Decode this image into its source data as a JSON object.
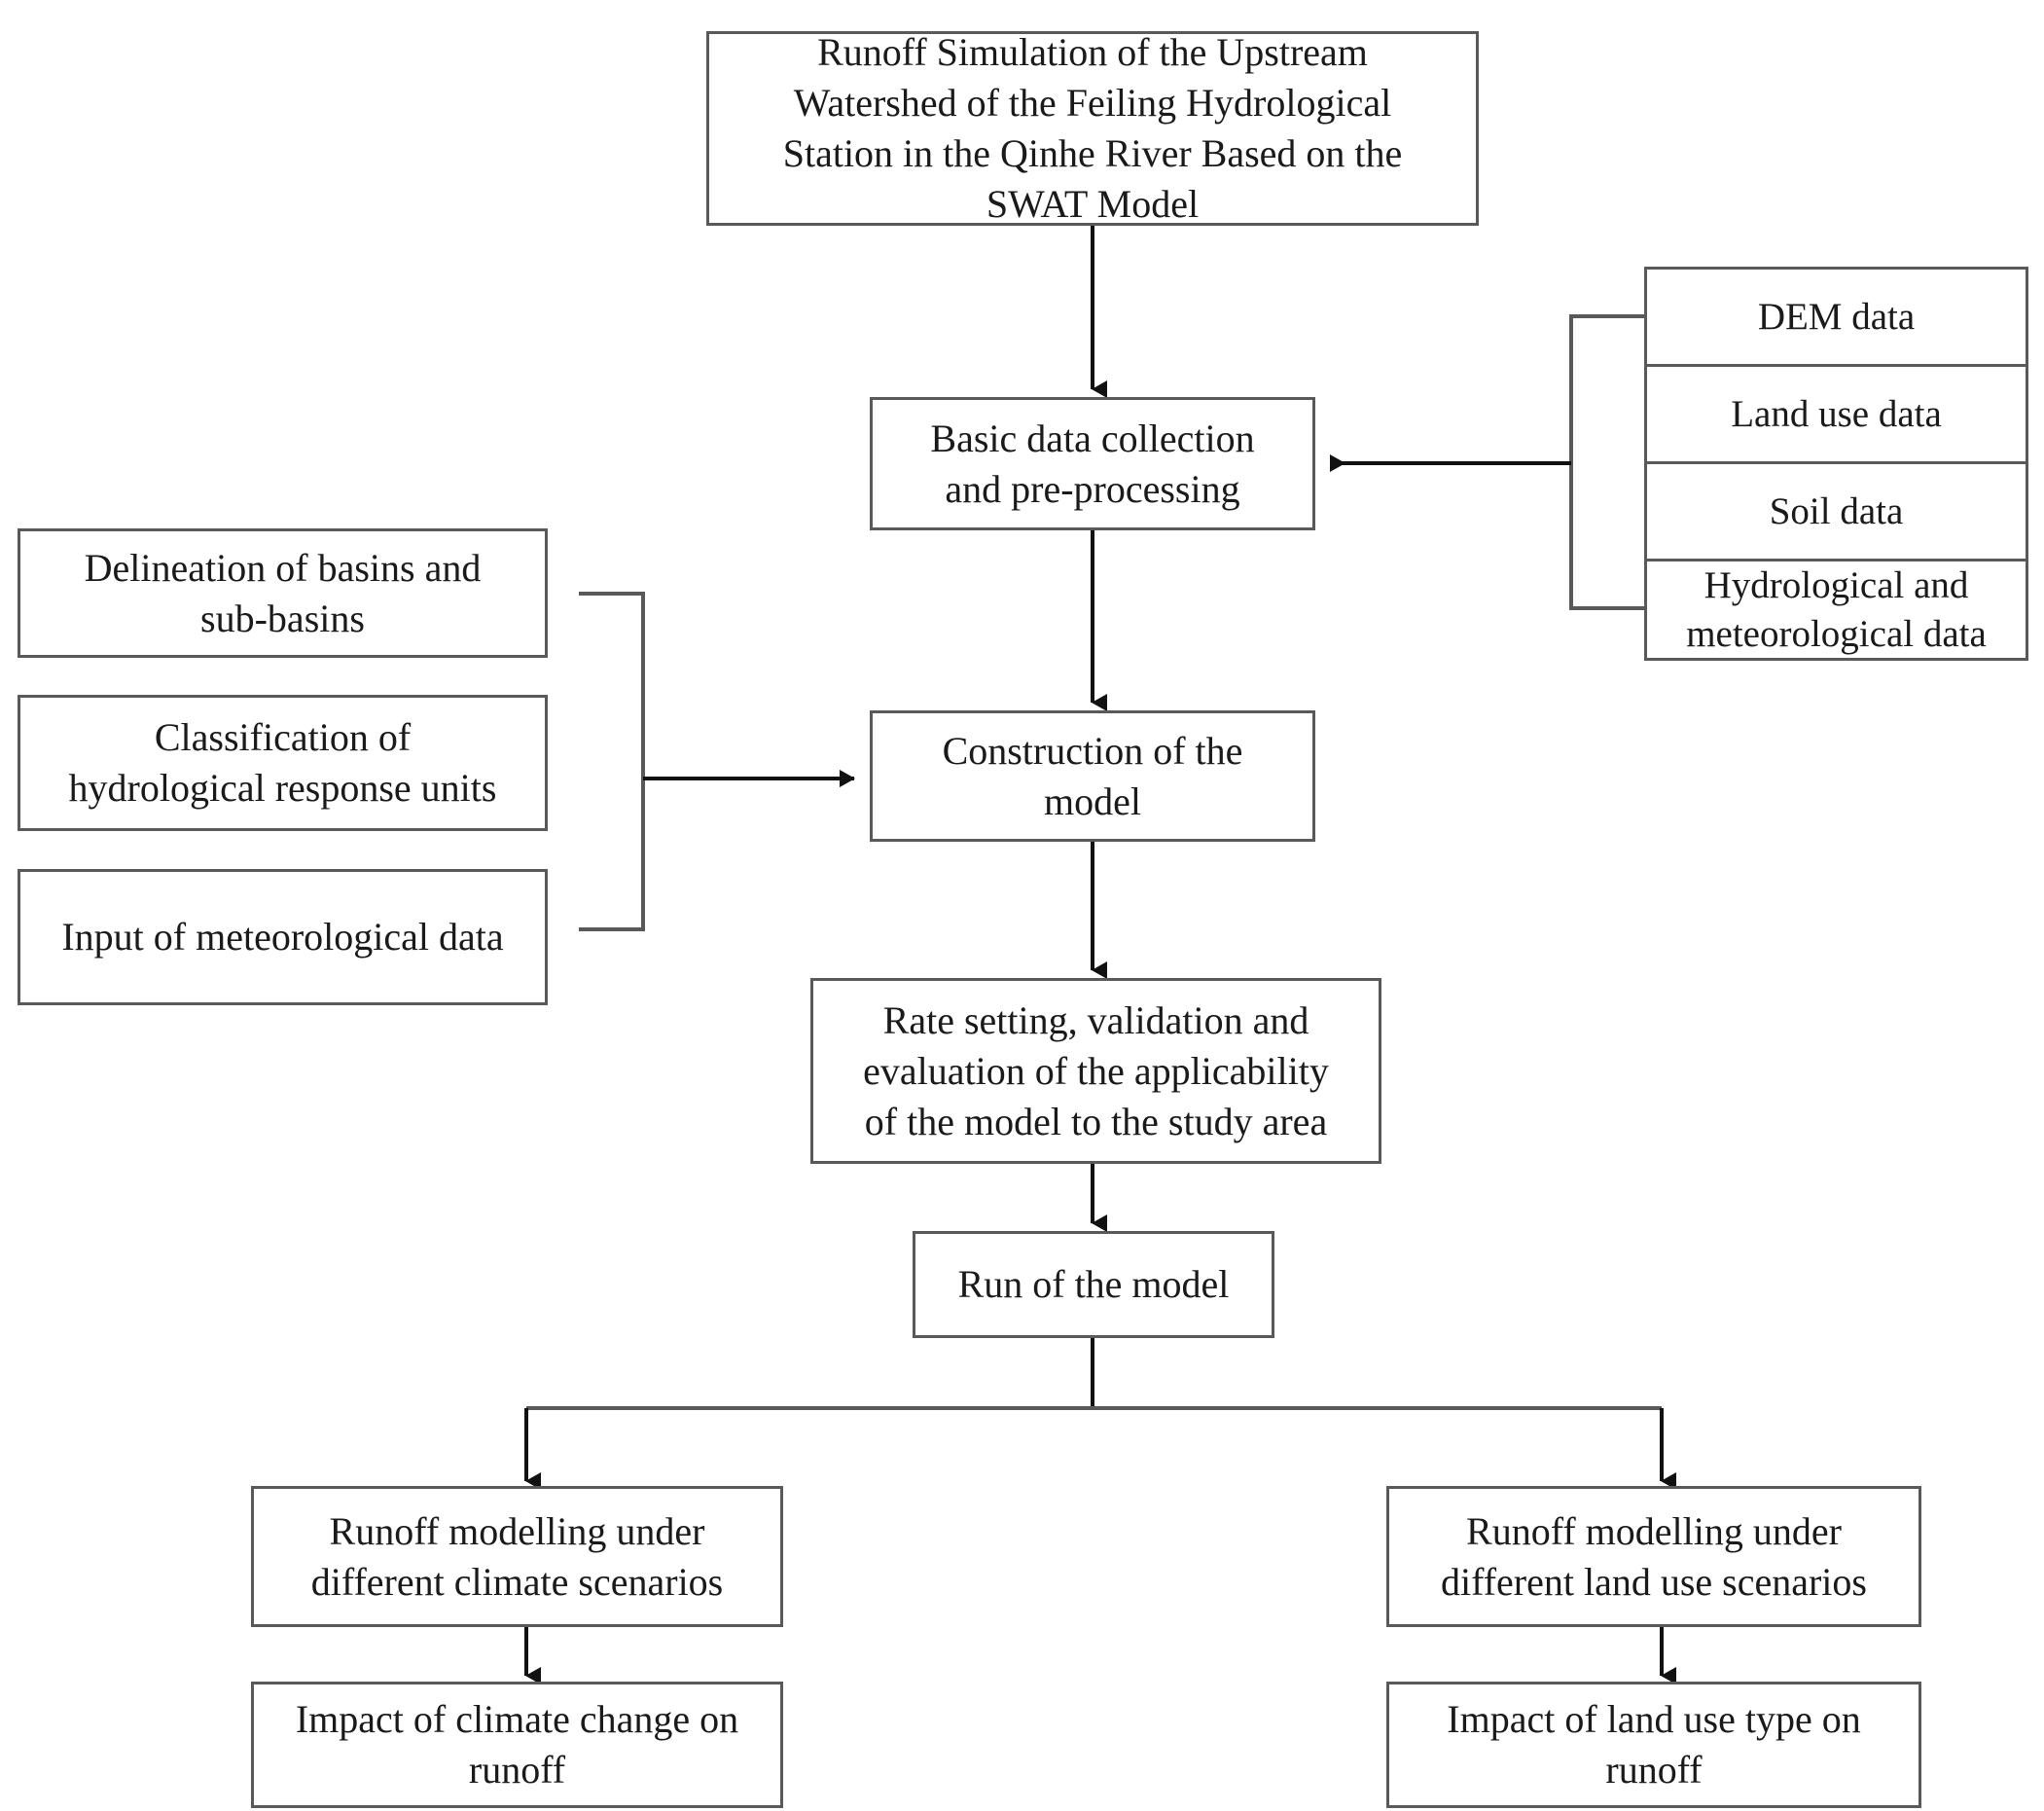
{
  "diagram": {
    "title": "SWAT model runoff simulation workflow flowchart",
    "stroke_color": "#595959",
    "text_color": "#1a1a1a",
    "background": "#ffffff"
  },
  "nodes": {
    "title_box": "Runoff Simulation of the Upstream\nWatershed of the Feiling Hydrological\nStation in the Qinhe River Based on the\nSWAT Model",
    "basic_data": "Basic data collection\nand pre-processing",
    "construction": "Construction of the\nmodel",
    "rate_setting": "Rate setting, validation and\nevaluation of the applicability\nof the model to the study area",
    "run_model": "Run of the model",
    "climate_scenarios": "Runoff modelling under\ndifferent climate scenarios",
    "climate_impact": "Impact of climate change on\nrunoff",
    "landuse_scenarios": "Runoff modelling under\ndifferent land use scenarios",
    "landuse_impact": "Impact of land use type on\nrunoff"
  },
  "input_stack": {
    "items": [
      "Delineation of basins and\nsub-basins",
      "Classification of\nhydrological response units",
      "Input of meteorological data"
    ]
  },
  "data_stack": {
    "items": [
      "DEM data",
      "Land use data",
      "Soil data",
      "Hydrological and\nmeteorological data"
    ]
  },
  "connectors": {
    "title_to_basic": "arrow-down",
    "data_stack_to_basic": "bracket-arrow-left",
    "basic_to_construction": "arrow-down",
    "input_stack_to_construction": "bracket-arrow-right",
    "construction_to_rate": "arrow-down",
    "rate_to_run": "arrow-down",
    "run_fork": "fork-down-two-branches",
    "climate_to_impact": "arrow-down",
    "landuse_to_impact": "arrow-down"
  }
}
